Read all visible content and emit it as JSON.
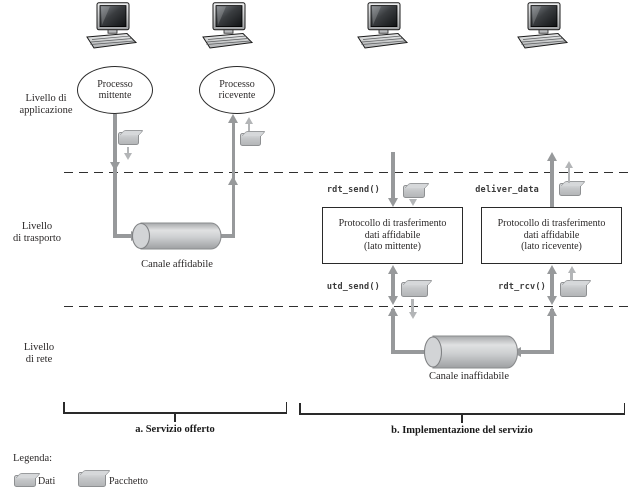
{
  "layer_labels": {
    "application": {
      "line1": "Livello di",
      "line2": "applicazione"
    },
    "transport": {
      "line1": "Livello",
      "line2": "di trasporto"
    },
    "network": {
      "line1": "Livello",
      "line2": "di rete"
    }
  },
  "panel_a": {
    "sender_process": {
      "line1": "Processo",
      "line2": "mittente"
    },
    "receiver_process": {
      "line1": "Processo",
      "line2": "ricevente"
    },
    "channel_label": "Canale affidabile",
    "caption": "a. Servizio offerto"
  },
  "panel_b": {
    "send_call": "rdt_send()",
    "deliver_call": "deliver_data",
    "udt_call": "utd_send()",
    "rcv_call": "rdt_rcv()",
    "sender_box": {
      "line1": "Protocollo di trasferimento",
      "line2": "dati affidabile",
      "line3": "(lato mittente)"
    },
    "receiver_box": {
      "line1": "Protocollo di trasferimento",
      "line2": "dati affidabile",
      "line3": "(lato ricevente)"
    },
    "channel_label": "Canale inaffidabile",
    "caption": "b. Implementazione del servizio"
  },
  "legend": {
    "title": "Legenda:",
    "items": [
      {
        "label": "Dati",
        "icon": "data-chip-icon"
      },
      {
        "label": "Pacchetto",
        "icon": "packet-chip-icon"
      }
    ]
  },
  "colors": {
    "arrow_gray": "#97999b",
    "arrow_light_gray": "#b3b5b7",
    "chip_fill": "#c5c7c9",
    "chip_border": "#8e9092",
    "cylinder_light": "#e0e1e2",
    "cylinder_dark": "#9ea0a2",
    "text": "#2b2828",
    "boundary_dash": "#2f2f2f"
  }
}
